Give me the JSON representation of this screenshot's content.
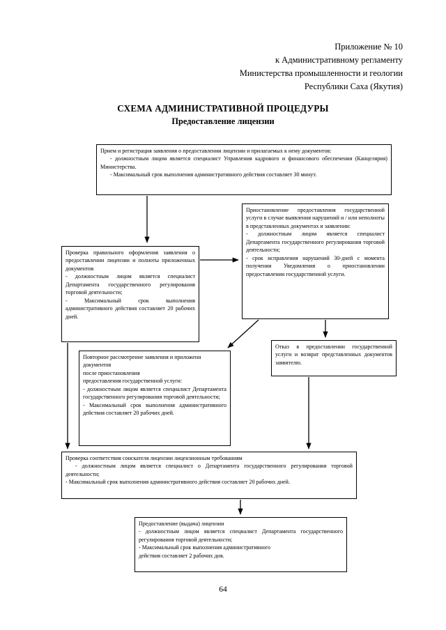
{
  "document": {
    "header_lines": [
      "Приложение № 10",
      "к Административному регламенту",
      "Министерства промышленности и геологии",
      "Республики Саха (Якутия)"
    ],
    "title": "СХЕМА АДМИНИСТРАТИВНОЙ ПРОЦЕДУРЫ",
    "subtitle": "Предоставление лицензии",
    "page_number": "64"
  },
  "flow": {
    "intake": {
      "line1": "Прием и регистрация заявления  о предоставлении лицензии и прилагаемых к нему документов:",
      "line2": "- должностным лицом является специалист Управления кадрового и финансового обеспечения  (Канцелярия) Министерства.",
      "line3": "- Максимальный срок выполнения административного действия составляет 30 минут."
    },
    "verify": {
      "line1": "Проверка правильного оформления заявления о предоставлении лицензии и полноты приложенных документов",
      "line2": "- должностным лицом является специалист Департамента государственного регулирования торговой деятельности;",
      "line3": "- Максимальный срок выполнения административного действия составляет 20 рабочих дней."
    },
    "suspend": {
      "line1": "Приостановление предоставления государственной услуги в случае  выявления нарушений и / или неполноты в представленных документах и заявлении:",
      "line2": "- должностным лицом является специалист Департамента государственного регулирования торговой деятельности;",
      "line3": "- срок исправления нарушений 30-дней  с момента получения Уведомления о приостановлении предоставлении государственной услуги."
    },
    "refusal": {
      "line1": "Отказ в предоставлении государственной услуги и возврат представленных документов заявителю."
    },
    "review": {
      "line1": "Повторное рассмотрение заявления    и приложенн",
      "line2": "документов",
      "line3": "после приостановления",
      "line4": "предоставления государственной услуги:",
      "line5": "- должностным лицом является специалист Департамента государственного регулирования торговой деятельности;",
      "line6": "- Максимальный срок выполнения административного действия составляет 20 рабочих дней."
    },
    "compliance": {
      "line1": "Проверка соответствия  соискателя лицензии  лицензионным требованиям",
      "line2": "- должностным  лицом  является  специалист  о   Департамента государственного регулирования   торговой деятельности;",
      "line3": "- Максимальный срок выполнения административного действия составляет 20 рабочих дней."
    },
    "issue": {
      "line1": "Предоставление (выдача)  лицензии",
      "line2": "- должностным лицом является специалист Департамента государственного регулирования торговой деятельности;",
      "line3": "- Максимальный срок выполнения административного",
      "line4": "действия составляет 2 рабочих дня."
    }
  }
}
